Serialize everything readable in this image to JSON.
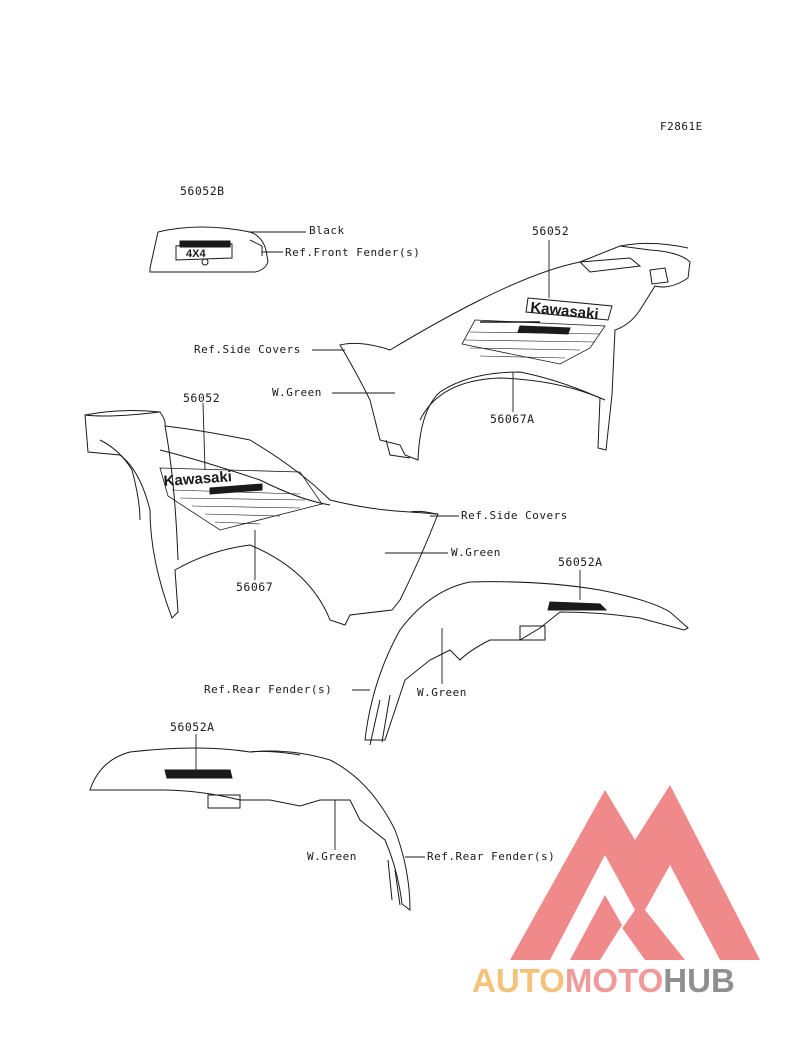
{
  "figure_code": "F2861E",
  "labels": {
    "p56052B": "56052B",
    "black": "Black",
    "ref_front_fender": "Ref.Front Fender(s)",
    "p56052_right": "56052",
    "ref_side_covers_1": "Ref.Side Covers",
    "w_green_1": "W.Green",
    "p56067A": "56067A",
    "p56052_left": "56052",
    "ref_side_covers_2": "Ref.Side Covers",
    "w_green_2": "W.Green",
    "p56067": "56067",
    "p56052A_1": "56052A",
    "ref_rear_fender_1": "Ref.Rear Fender(s)",
    "w_green_3": "W.Green",
    "p56052A_2": "56052A",
    "w_green_4": "W.Green",
    "ref_rear_fender_2": "Ref.Rear Fender(s)"
  },
  "decals": {
    "kawasaki": "Kawasaki",
    "four_by_four": "4X4"
  },
  "watermark": {
    "part1": "AUTO",
    "part2": "MOTO",
    "part3": "HUB"
  },
  "colors": {
    "line": "#1a1a1a",
    "logo_red": "#f08a8a",
    "logo_yellow": "#f4c27a",
    "logo_grey": "#8f8f8f"
  }
}
